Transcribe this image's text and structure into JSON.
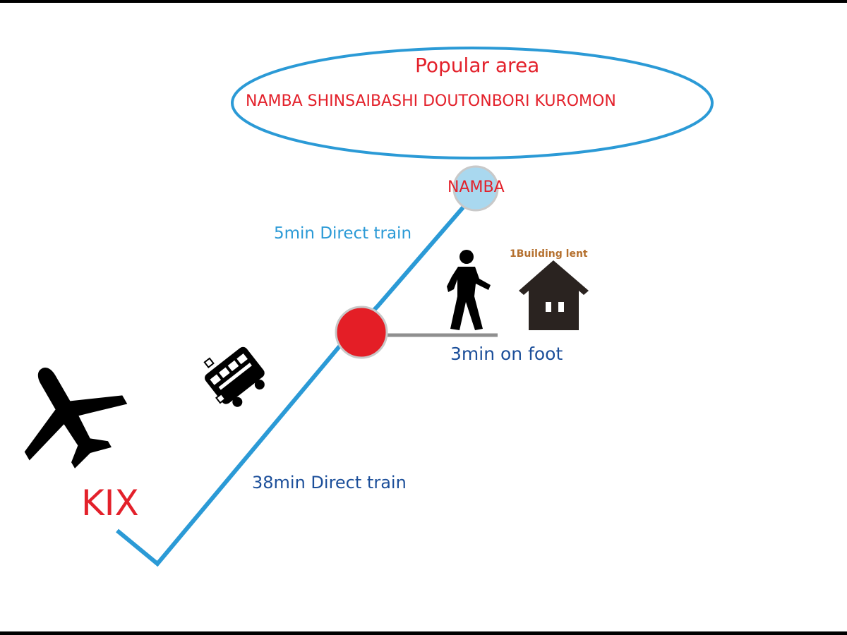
{
  "colors": {
    "route_blue": "#2b9ad6",
    "label_red": "#e3212b",
    "label_navy": "#1c4f9a",
    "label_cyan": "#2b9ad6",
    "label_brown": "#b5702e",
    "station_red": "#e41e26",
    "namba_circle": "#a9d8ef",
    "walk_gray": "#8f8f8f",
    "icon_dark": "#000000",
    "house_brown": "#2a2320"
  },
  "popular_area": {
    "title": "Popular area",
    "areas": "NAMBA SHINSAIBASHI DOUTONBORI KUROMON"
  },
  "stations": {
    "namba": "NAMBA",
    "kix": "KIX"
  },
  "routes": {
    "short_train": "5min Direct train",
    "long_train": "38min Direct train",
    "walk": "3min on foot"
  },
  "building": {
    "label": "1Building lent"
  },
  "icons": [
    "airplane-icon",
    "train-icon",
    "walking-person-icon",
    "house-icon"
  ]
}
